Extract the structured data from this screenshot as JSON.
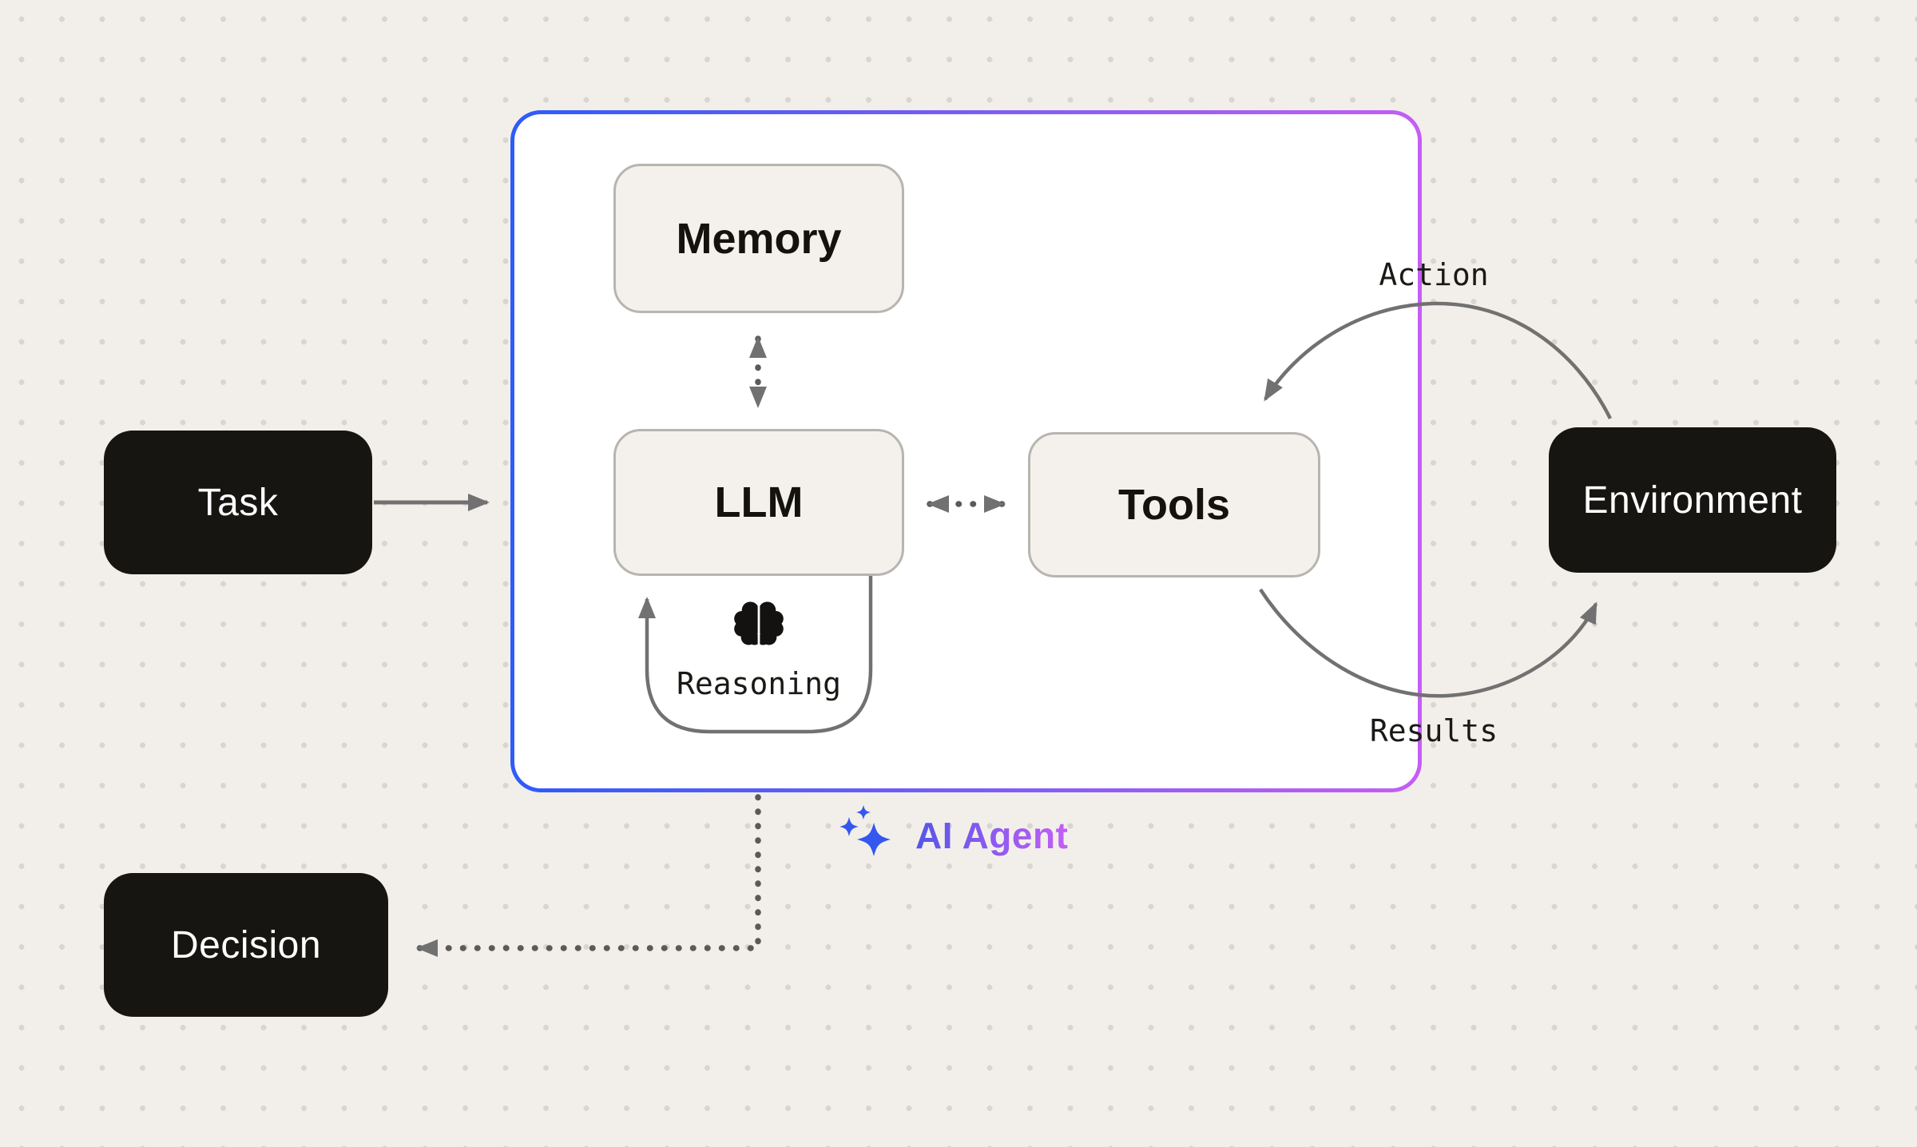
{
  "nodes": {
    "task": {
      "label": "Task"
    },
    "memory": {
      "label": "Memory"
    },
    "llm": {
      "label": "LLM"
    },
    "tools": {
      "label": "Tools"
    },
    "environment": {
      "label": "Environment"
    },
    "decision": {
      "label": "Decision"
    }
  },
  "agent_container": {
    "label": "AI Agent",
    "icon": "sparkles-icon"
  },
  "annotations": {
    "action": "Action",
    "results": "Results",
    "reasoning": "Reasoning",
    "reasoning_icon": "brain-icon"
  },
  "colors": {
    "bg": "#f2efea",
    "dot": "#d9d5d0",
    "container_bg": "#ffffff",
    "container_border_start": "#2e5bfa",
    "container_border_end": "#c45ef5",
    "node_black": "#171512",
    "node_dark_text": "#ffffff",
    "node_light_bg": "#f4f1ec",
    "node_light_border": "#b8b4af",
    "node_text": "#14120f",
    "arrow_gray": "#717171",
    "dotted_gray": "#5a5a5a",
    "label_text": "#1b1916",
    "sparkle_blue": "#3457ee",
    "agent_text_start": "#5556e8",
    "agent_text_end": "#c45ef5",
    "brain_black": "#141210"
  }
}
